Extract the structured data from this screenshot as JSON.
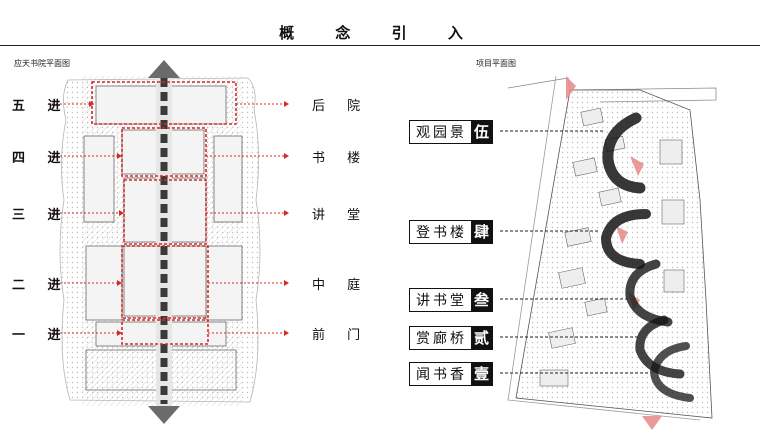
{
  "page": {
    "title": "概 念 引 入"
  },
  "left_plan": {
    "caption": "应天书院平面图",
    "left_labels": [
      "五 进",
      "四 进",
      "三 进",
      "二 进",
      "一 进"
    ],
    "right_labels": [
      "后 院",
      "书 楼",
      "讲 堂",
      "中 庭",
      "前 门"
    ]
  },
  "right_plan": {
    "caption": "项目平面图",
    "legend": [
      {
        "text": "观园景",
        "num": "伍"
      },
      {
        "text": "登书楼",
        "num": "肆"
      },
      {
        "text": "讲书堂",
        "num": "叁"
      },
      {
        "text": "赏廊桥",
        "num": "贰"
      },
      {
        "text": "闻书香",
        "num": "壹"
      }
    ]
  },
  "colors": {
    "accent_red": "#d42a2a",
    "ink": "#111111",
    "arrow_grey": "#6b6b6b"
  }
}
